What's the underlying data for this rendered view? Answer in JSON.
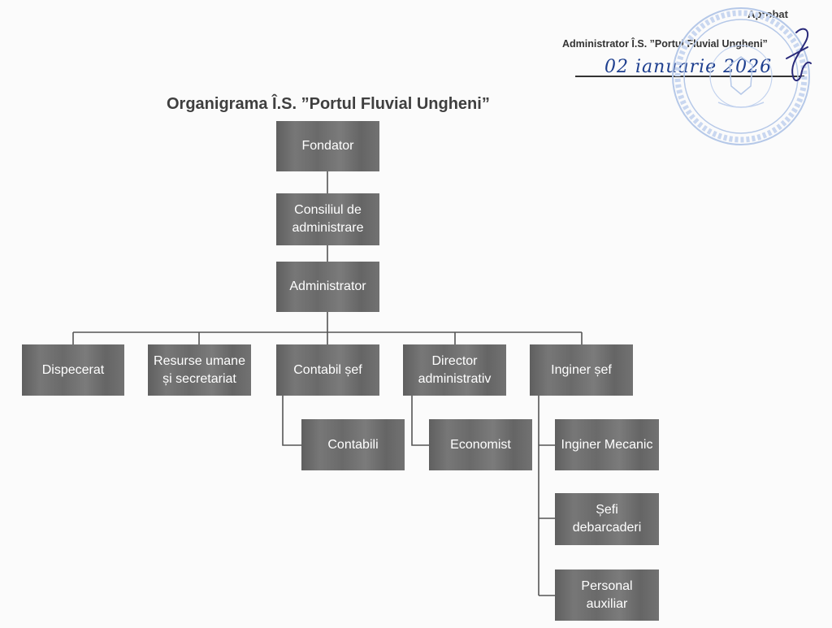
{
  "approval": {
    "label": "Aprobat",
    "approver": "Administrator Î.S. ”Portul Fluvial Ungheni”",
    "date": "02 ianuarie 2026"
  },
  "title": "Organigrama Î.S. ”Portul Fluvial Ungheni”",
  "nodes": {
    "fondator": "Fondator",
    "consiliul": "Consiliul de administrare",
    "administrator": "Administrator",
    "dispecerat": "Dispecerat",
    "resurse_umane": "Resurse umane și secretariat",
    "contabil_sef": "Contabil șef",
    "director_administrativ": "Director administrativ",
    "inginer_sef": "Inginer șef",
    "contabili": "Contabili",
    "economist": "Economist",
    "inginer_mecanic": "Inginer Mecanic",
    "sefi_debarcaderi": "Șefi debarcaderi",
    "personal_auxiliar": "Personal auxiliar"
  },
  "colors": {
    "box": "#6f6f6f",
    "box_text": "#ffffff",
    "connector": "#555555",
    "stamp": "#9fb6df",
    "handwriting": "#1e3f8f"
  }
}
